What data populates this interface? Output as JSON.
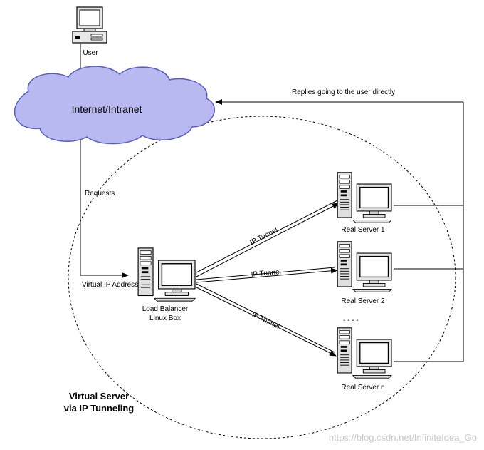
{
  "colors": {
    "cloud_fill": "#b8b9f0",
    "cloud_stroke": "#5a5cbf",
    "line": "#000000",
    "watermark": "#c8c8c8"
  },
  "user": {
    "label": "User"
  },
  "cloud": {
    "label": "Internet/Intranet"
  },
  "edges": {
    "replies": "Replies going to the user directly",
    "requests": "Requests",
    "vip": "Virtual IP Address"
  },
  "load_balancer": {
    "line1": "Load Balancer",
    "line2": "Linux Box"
  },
  "tunnel_label": "IP Tunnel",
  "servers": [
    {
      "label": "Real Server 1"
    },
    {
      "label": "Real Server 2"
    },
    {
      "label": "Real Server n"
    }
  ],
  "ellipsis": "- - - -",
  "title": {
    "line1": "Virtual Server",
    "line2": "via IP Tunneling"
  },
  "watermark": "https://blog.csdn.net/InfiniteIdea_Go"
}
